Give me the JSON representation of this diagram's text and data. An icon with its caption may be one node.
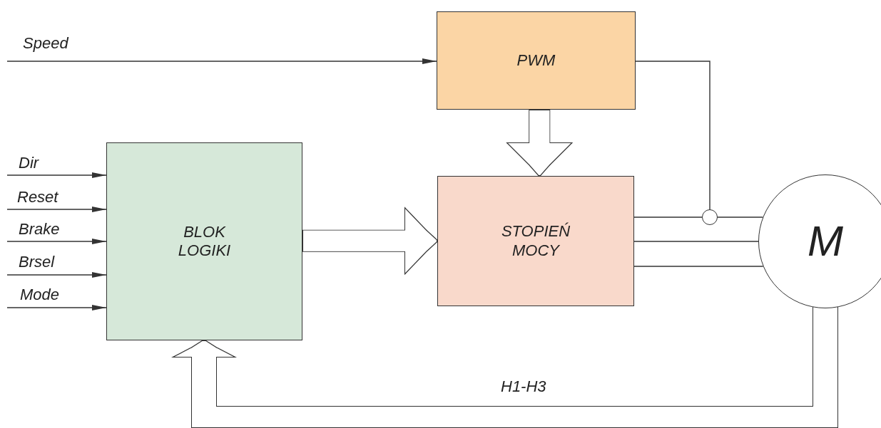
{
  "diagram": {
    "nodes": [
      {
        "text": [
          "PWM"
        ]
      },
      {
        "text": [
          "BLOK LOGIKI"
        ]
      },
      {
        "text": [
          "STOPIEŃ MOCY"
        ]
      },
      {
        "text": [
          "M"
        ]
      },
      {
        "text": [],
        "shape": "circle"
      }
    ],
    "edges": [
      {
        "from": null,
        "to": 0,
        "arrow": "to",
        "label": "Speed"
      },
      {
        "from": null,
        "to": 1,
        "arrow": "to",
        "label": "Dir"
      },
      {
        "from": null,
        "to": 1,
        "arrow": "to",
        "label": "Reset"
      },
      {
        "from": null,
        "to": 1,
        "arrow": "to",
        "label": "Brake"
      },
      {
        "from": null,
        "to": 1,
        "arrow": "to",
        "label": "Brsel"
      },
      {
        "from": null,
        "to": 1,
        "arrow": "to",
        "label": "Mode"
      },
      {
        "from": 0,
        "to": 2,
        "arrow": "to",
        "style": "thick"
      },
      {
        "from": 1,
        "to": 2,
        "arrow": "to",
        "style": "thick"
      },
      {
        "from": 0,
        "to": 4,
        "arrow": "none"
      },
      {
        "from": 2,
        "to": 4,
        "arrow": "none"
      },
      {
        "from": 4,
        "to": 3,
        "arrow": "none"
      },
      {
        "from": 2,
        "to": 3,
        "arrow": "none"
      },
      {
        "from": 2,
        "to": 3,
        "arrow": "none"
      },
      {
        "from": 3,
        "to": 1,
        "arrow": "to",
        "style": "thick",
        "label": "H1-H3"
      }
    ]
  }
}
